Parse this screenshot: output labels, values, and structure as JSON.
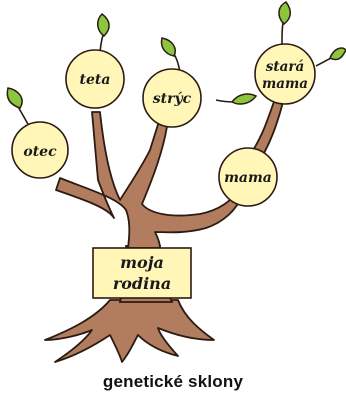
{
  "tree": {
    "root_label": [
      "moja",
      "rodina"
    ],
    "members": [
      {
        "id": "otec",
        "lines": [
          "otec"
        ]
      },
      {
        "id": "teta",
        "lines": [
          "teta"
        ]
      },
      {
        "id": "stryc",
        "lines": [
          "strýc"
        ]
      },
      {
        "id": "mama",
        "lines": [
          "mama"
        ]
      },
      {
        "id": "stara-mama",
        "lines": [
          "stará",
          "mama"
        ]
      }
    ]
  },
  "caption": "genetické sklony",
  "colors": {
    "trunk": "#b17d5e",
    "trunk_outline": "#2b1b12",
    "circle_fill": "#fff6b8",
    "leaf": "#8cc63f",
    "label_box": "#fff6b8"
  }
}
